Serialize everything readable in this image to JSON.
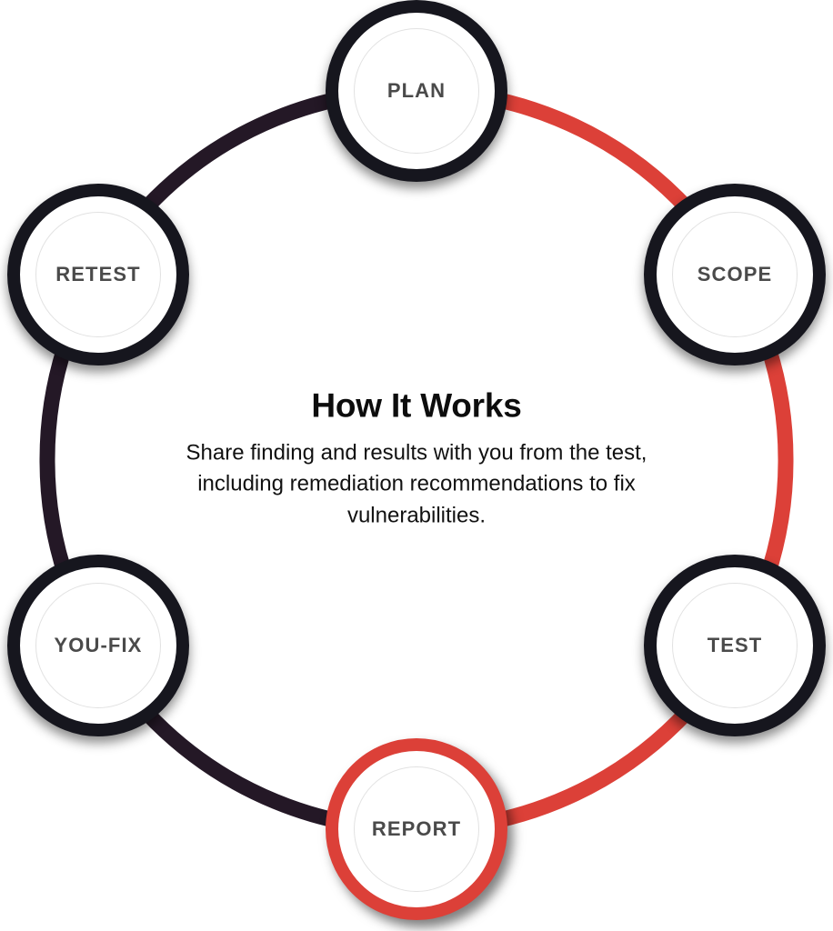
{
  "diagram": {
    "type": "cycle",
    "title": "How It Works",
    "description": "Share finding and results with you from the test, including remediation recommendations to fix vulnerabilities.",
    "colors": {
      "arc_completed": "#dc4038",
      "arc_pending": "#241826",
      "node_ring_default": "#16161e",
      "node_ring_active": "#dc4038",
      "node_fill": "#ffffff",
      "node_inner_hairline": "#e2e2e2",
      "label_text": "#4a4a4a",
      "title_text": "#0d0d0d",
      "body_text": "#111111",
      "background": "#ffffff"
    },
    "nodes": [
      {
        "id": "plan",
        "label": "PLAN",
        "state": "default",
        "order": 1
      },
      {
        "id": "scope",
        "label": "SCOPE",
        "state": "default",
        "order": 2
      },
      {
        "id": "test",
        "label": "TEST",
        "state": "default",
        "order": 3
      },
      {
        "id": "report",
        "label": "REPORT",
        "state": "active",
        "order": 4
      },
      {
        "id": "youfix",
        "label": "YOU-FIX",
        "state": "default",
        "order": 5
      },
      {
        "id": "retest",
        "label": "RETEST",
        "state": "default",
        "order": 6
      }
    ]
  }
}
